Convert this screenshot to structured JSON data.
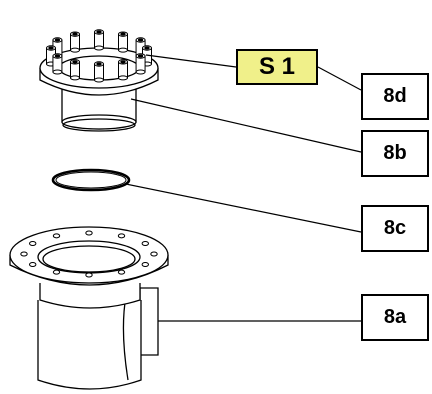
{
  "labels": {
    "s1": "S 1",
    "d8": "8d",
    "b8": "8b",
    "c8": "8c",
    "a8": "8a"
  },
  "colors": {
    "s1_fill": "#f0f08a",
    "line": "#000000",
    "part_fill": "#ffffff",
    "part_shade": "#cfcfcf"
  },
  "parts": {
    "flange_with_bolts": "8d",
    "adapter_body": "8b",
    "o_ring": "8c",
    "drain_body": "8a"
  }
}
